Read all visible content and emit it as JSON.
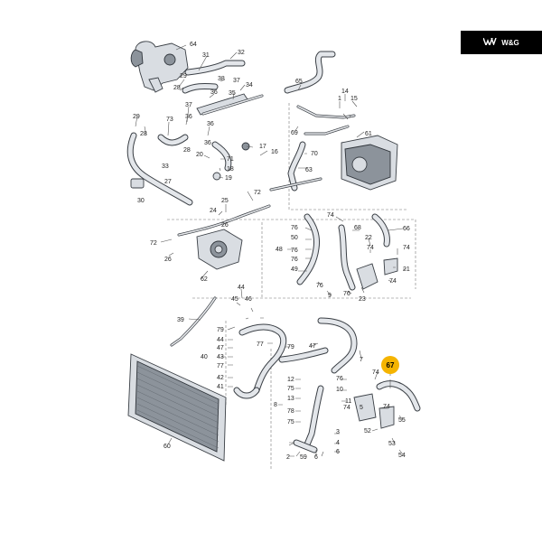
{
  "brand": {
    "logo_text": "W&G",
    "logo_icon": "ww-chevron-icon"
  },
  "highlight": {
    "label": "67",
    "color": "#f5b400"
  },
  "labels": {
    "l64": "64",
    "l32": "32",
    "l31": "31",
    "l29t": "29",
    "l28t": "28",
    "l38": "38",
    "l37": "37",
    "l36t": "36",
    "l35": "35",
    "l34": "34",
    "l33": "33",
    "l73": "73",
    "l29": "29",
    "l28": "28",
    "l30": "30",
    "l27": "27",
    "l36": "36",
    "l17": "17",
    "l16": "16",
    "l20": "20",
    "l71": "71",
    "l18": "18",
    "l19": "19",
    "l65": "65",
    "l14": "14",
    "l15": "15",
    "l1": "1",
    "l69": "69",
    "l61": "61",
    "l70": "70",
    "l63": "63",
    "l72": "72",
    "l25": "25",
    "l24": "24",
    "l74a": "74",
    "l68": "68",
    "l66": "66",
    "l76a": "76",
    "l50": "50",
    "l76b": "76",
    "l48": "48",
    "l49": "49",
    "l22": "22",
    "l74b": "74",
    "l21": "21",
    "l76c": "76",
    "l9": "9",
    "l74c": "74",
    "l23": "23",
    "l72b": "72",
    "l26a": "26",
    "l26b": "26",
    "l62": "62",
    "l44": "44",
    "l45": "45",
    "l46": "46",
    "l39": "39",
    "l79a": "79",
    "l44b": "44",
    "l47a": "47",
    "l43": "43",
    "l77a": "77",
    "l42": "42",
    "l41": "41",
    "l40": "40",
    "l77b": "77",
    "l79b": "79",
    "l47b": "47",
    "l7": "7",
    "l12": "12",
    "l75a": "75",
    "l13": "13",
    "l74d": "74",
    "l10": "10",
    "l11": "11",
    "l78": "78",
    "l8": "8",
    "l75b": "75",
    "l76d": "76",
    "l74e": "74",
    "l5": "5",
    "l55": "55",
    "l3": "3",
    "l4": "4",
    "l6": "6",
    "l52": "52",
    "l53": "53",
    "l2": "2",
    "l59": "59",
    "l54": "54",
    "l60": "60"
  }
}
